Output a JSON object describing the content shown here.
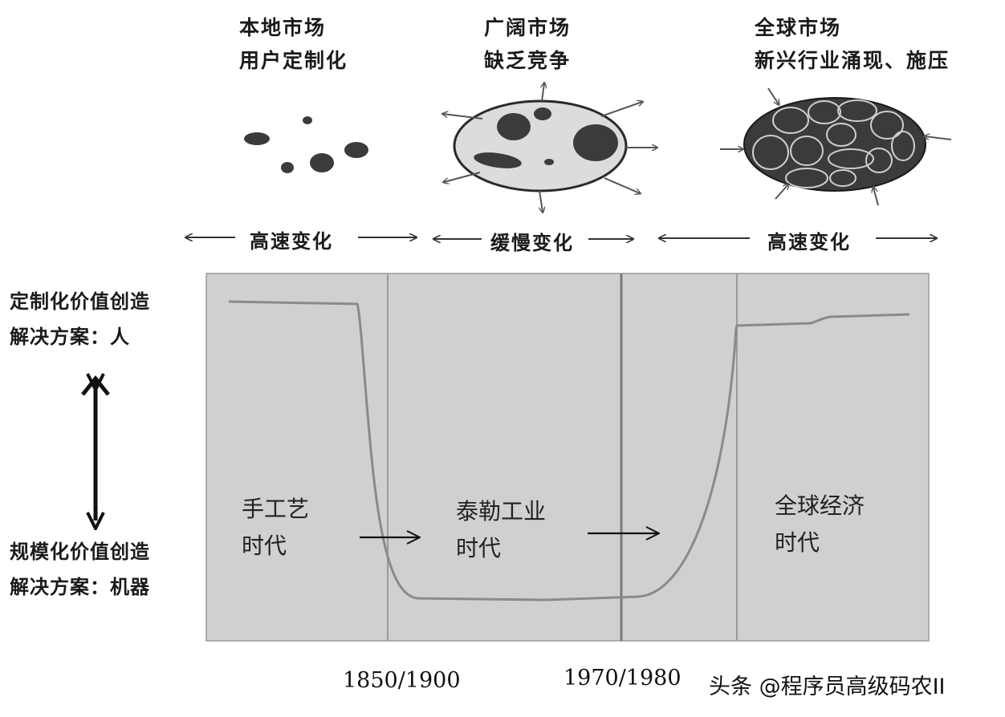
{
  "top_labels": [
    {
      "line1": "本地市场",
      "line2": "用户定制化"
    },
    {
      "line1": "广阔市场",
      "line2": "缺乏竞争"
    },
    {
      "line1": "全球市场",
      "line2": "新兴行业涌现、施压"
    }
  ],
  "speed_labels": [
    "高速变化",
    "缓慢变化",
    "高速变化"
  ],
  "side_labels": {
    "top": {
      "line1": "定制化价值创造",
      "line2": "解决方案：人"
    },
    "bottom": {
      "line1": "规模化价值创造",
      "line2": "解决方案：机器"
    }
  },
  "eras": [
    {
      "line1": "手工艺",
      "line2": "时代"
    },
    {
      "line1": "泰勒工业",
      "line2": "时代"
    },
    {
      "line1": "全球经济",
      "line2": "时代"
    }
  ],
  "years": [
    "1850/1900",
    "1970/1980"
  ],
  "watermark": "头条 @程序员高级码农II",
  "colors": {
    "panel": "#d0d0d0",
    "curve": "#8a8a8a",
    "blob": "#3b3b3b",
    "ellipse_fill": "#dcdcdc"
  }
}
